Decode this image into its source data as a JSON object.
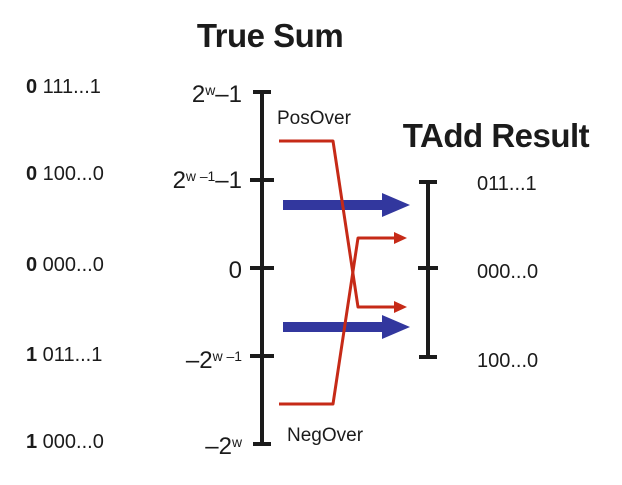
{
  "titles": {
    "true_sum": "True Sum",
    "tadd_result": "TAdd Result"
  },
  "left_column": {
    "items": [
      {
        "msb": "0",
        "rest": " 111...1"
      },
      {
        "msb": "0",
        "rest": " 100...0"
      },
      {
        "msb": "0",
        "rest": " 000...0"
      },
      {
        "msb": "1",
        "rest": " 011...1"
      },
      {
        "msb": "1",
        "rest": " 000...0"
      }
    ]
  },
  "true_sum_axis": {
    "tick_labels": [
      {
        "pre": "2",
        "sup": "w",
        "post": "–1"
      },
      {
        "pre": "2",
        "sup": "w –1",
        "post": "–1"
      },
      {
        "pre": "0",
        "sup": "",
        "post": ""
      },
      {
        "pre": "–2",
        "sup": "w –1",
        "post": ""
      },
      {
        "pre": "–2",
        "sup": "w",
        "post": ""
      }
    ]
  },
  "tadd_axis": {
    "tick_labels": [
      "011...1",
      "000...0",
      "100...0"
    ]
  },
  "annotations": {
    "pos_over": "PosOver",
    "neg_over": "NegOver"
  },
  "colors": {
    "overflow_red": "#c62a17",
    "mapping_blue": "#32379e",
    "axis_ink": "#1b1b1b"
  }
}
